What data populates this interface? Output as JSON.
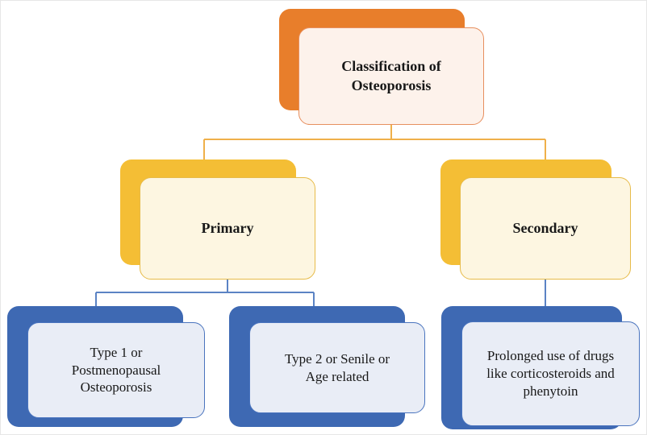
{
  "diagram": {
    "root": {
      "label": "Classification of Osteoporosis",
      "children": [
        {
          "label": "Primary",
          "children": [
            {
              "label": "Type 1 or Postmenopausal Osteoporosis"
            },
            {
              "label": "Type 2 or Senile or Age related"
            }
          ]
        },
        {
          "label": "Secondary",
          "children": [
            {
              "label": "Prolonged use of drugs like corticosteroids and phenytoin"
            }
          ]
        }
      ]
    },
    "colors": {
      "root_shadow": "#E87E2B",
      "root_fill": "#FDF2EB",
      "root_border": "#E78F5E",
      "branch_shadow": "#F4BE35",
      "branch_fill": "#FDF6E1",
      "branch_border": "#E7BB49",
      "leaf_shadow": "#3E69B3",
      "leaf_fill": "#E9EDF6",
      "leaf_border": "#4A74BE",
      "connector_upper": "#EFB04A",
      "connector_lower": "#5B83C4"
    }
  }
}
